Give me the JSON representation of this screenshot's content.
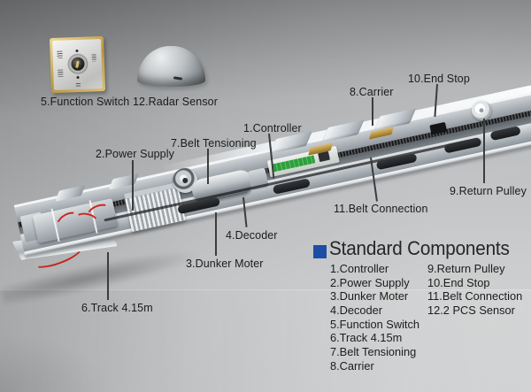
{
  "accent_color": "#1e4da6",
  "callouts": {
    "controller": "1.Controller",
    "power_supply": "2.Power Supply",
    "dunker_moter": "3.Dunker Moter",
    "decoder": "4.Decoder",
    "function_switch": "5.Function Switch",
    "track": "6.Track 4.15m",
    "belt_tensioning": "7.Belt Tensioning",
    "carrier": "8.Carrier",
    "return_pulley": "9.Return Pulley",
    "end_stop": "10.End Stop",
    "belt_connection": "11.Belt Connection",
    "radar_sensor": "12.Radar Sensor"
  },
  "legend": {
    "title": "Standard Components",
    "columns": [
      [
        "1.Controller",
        "2.Power Supply",
        "3.Dunker Moter",
        "4.Decoder",
        "5.Function Switch",
        "6.Track 4.15m",
        "7.Belt Tensioning",
        "8.Carrier"
      ],
      [
        "9.Return Pulley",
        "10.End Stop",
        "11.Belt Connection",
        "12.2 PCS Sensor"
      ]
    ]
  }
}
